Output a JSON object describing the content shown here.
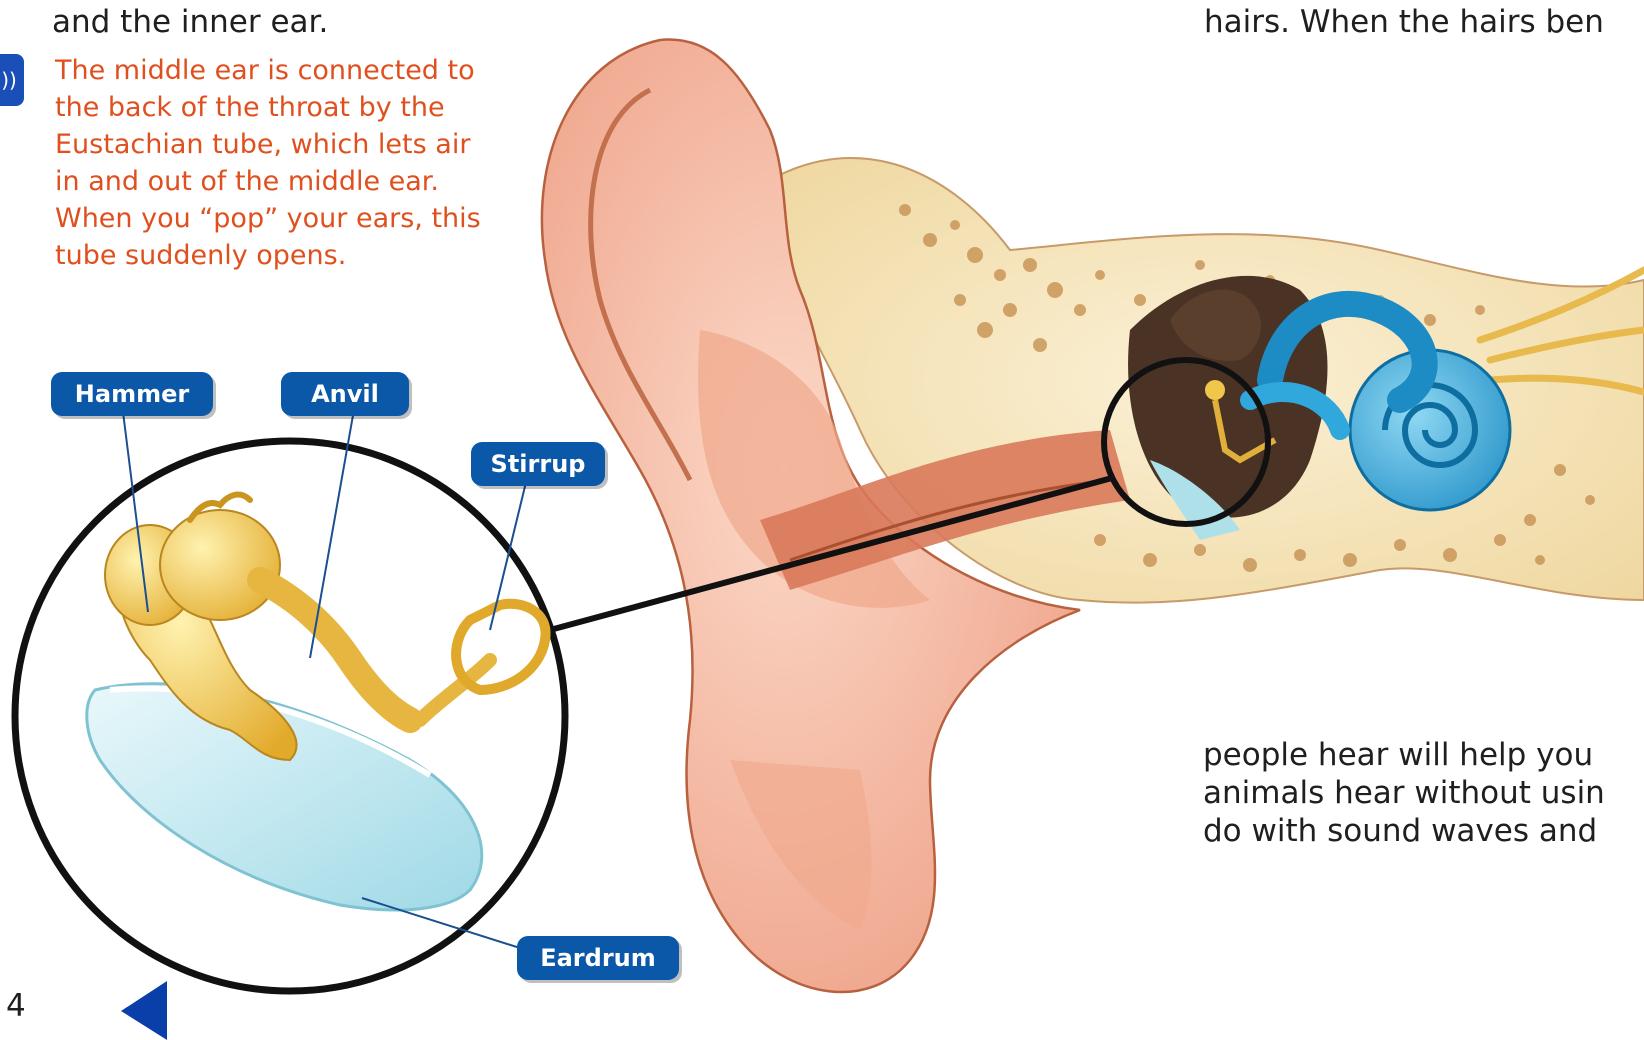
{
  "text": {
    "top_left": "and the inner ear.",
    "top_right": "hairs. When the hairs ben",
    "caption_lines": [
      "The middle ear is connected to",
      "the back of the throat by the",
      "Eustachian tube, which lets air",
      "in and out of the middle ear.",
      "When you “pop” your ears, this",
      "tube suddenly opens."
    ],
    "bottom_lines": [
      "people hear will help you",
      "animals hear without usin",
      "do with sound waves and"
    ],
    "page_number": "4"
  },
  "labels": {
    "hammer": "Hammer",
    "anvil": "Anvil",
    "stirrup": "Stirrup",
    "eardrum": "Eardrum"
  },
  "icons": {
    "audio": "speaker-icon",
    "back": "triangle-left-arrow-icon"
  },
  "colors": {
    "label_bg": "#0b57a8",
    "caption": "#e0501e",
    "ear_skin": "#f3c4ae",
    "bone": "#f4e6bd",
    "ossicle": "#eec44b",
    "cochlea": "#2ea3d6",
    "eardrum": "#bfe6ee"
  }
}
